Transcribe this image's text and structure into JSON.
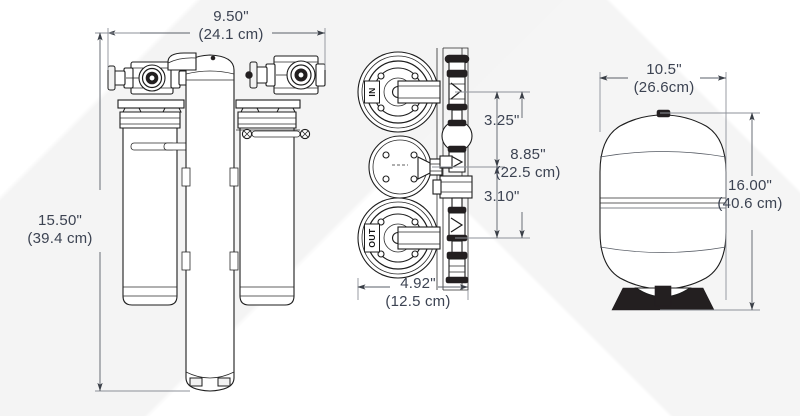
{
  "drawing": {
    "title": "Reverse Osmosis System Dimensional Drawing",
    "background_color": "#ffffff",
    "line_color": "#1d1d1d",
    "dimension_text_color": "#3c4352"
  },
  "dimensions": {
    "filter_bank_width": {
      "inches": "9.50\"",
      "metric": "(24.1 cm)"
    },
    "filter_bank_height": {
      "inches": "15.50\"",
      "metric": "(39.4 cm)"
    },
    "manifold_upper_gap": {
      "inches": "3.25\"",
      "metric": ""
    },
    "manifold_total_height": {
      "inches": "8.85\"",
      "metric": "(22.5 cm)"
    },
    "manifold_lower_gap": {
      "inches": "3.10\"",
      "metric": ""
    },
    "manifold_width": {
      "inches": "4.92\"",
      "metric": "(12.5 cm)"
    },
    "tank_width": {
      "inches": "10.5\"",
      "metric": "(26.6cm)"
    },
    "tank_height": {
      "inches": "16.00\"",
      "metric": "(40.6 cm)"
    }
  },
  "components": {
    "left_assembly": {
      "name": "Filter bank front view",
      "parts": [
        "prefilter-housing-left",
        "membrane-housing-center",
        "prefilter-housing-right",
        "valve-head-left",
        "valve-head-right",
        "mounting-bracket"
      ]
    },
    "center_assembly": {
      "name": "Manifold side view",
      "canisters": [
        {
          "id": "canister-top",
          "port_label": "IN"
        },
        {
          "id": "canister-middle",
          "port_label": ""
        },
        {
          "id": "canister-bottom",
          "port_label": "OUT"
        }
      ]
    },
    "right_assembly": {
      "name": "Pressure storage tank",
      "parts": [
        "tank-dome-top",
        "tank-body",
        "tank-seam-band",
        "tank-dome-bottom",
        "tank-base-stand",
        "tank-air-valve"
      ]
    }
  }
}
